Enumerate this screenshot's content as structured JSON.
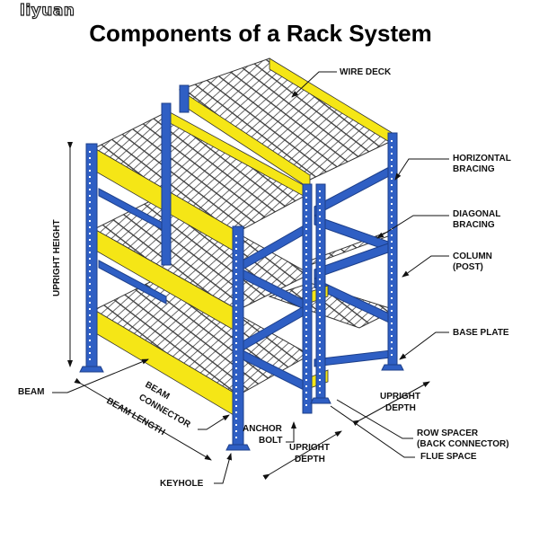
{
  "brand": "liyuan",
  "title": "Components of a Rack System",
  "colors": {
    "upright": "#2F5FC4",
    "beam": "#F5E616",
    "deck": "#444444",
    "line": "#111111"
  },
  "labels": {
    "wire_deck": "WIRE DECK",
    "horizontal_bracing_1": "HORIZONTAL",
    "horizontal_bracing_2": "BRACING",
    "diagonal_bracing_1": "DIAGONAL",
    "diagonal_bracing_2": "BRACING",
    "column_1": "COLUMN",
    "column_2": "(POST)",
    "base_plate": "BASE PLATE",
    "upright_depth_right_1": "UPRIGHT",
    "upright_depth_right_2": "DEPTH",
    "row_spacer_1": "ROW SPACER",
    "row_spacer_2": "(BACK CONNECTOR)",
    "flue_space": "FLUE SPACE",
    "upright_depth_front_1": "UPRIGHT",
    "upright_depth_front_2": "DEPTH",
    "anchor_bolt_1": "ANCHOR",
    "anchor_bolt_2": "BOLT",
    "keyhole": "KEYHOLE",
    "beam": "BEAM",
    "beam_connector_1": "BEAM",
    "beam_connector_2": "CONNECTOR",
    "beam_length": "BEAM LENGTH",
    "upright_height": "UPRIGHT HEIGHT"
  }
}
